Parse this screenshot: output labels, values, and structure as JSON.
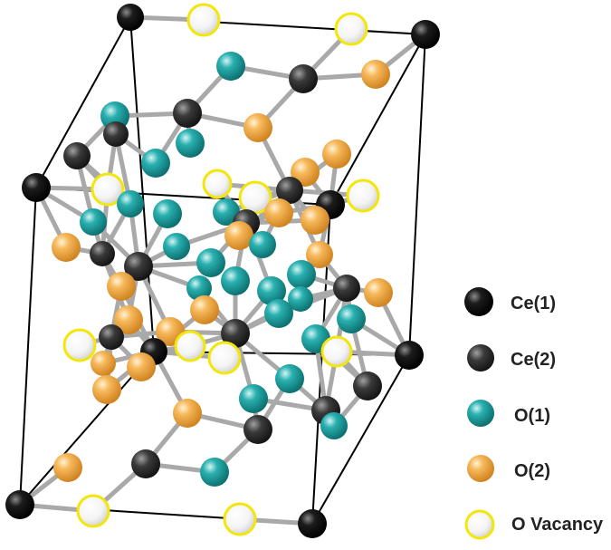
{
  "colors": {
    "ce1": "#050505",
    "ce2": "#2e2e2e",
    "o1": "#1fa3a3",
    "o2": "#f2a845",
    "vacancy_fill": "#ffffff",
    "vacancy_ring": "#f2e60a",
    "bond": "#a9a9a9",
    "cell_edge": "#000000"
  },
  "legend": {
    "items": [
      {
        "key": "ce1",
        "label": "Ce(1)"
      },
      {
        "key": "ce2",
        "label": "Ce(2)"
      },
      {
        "key": "o1",
        "label": "O(1)"
      },
      {
        "key": "o2",
        "label": "O(2)"
      },
      {
        "key": "vacancy",
        "label": "O Vacancy"
      }
    ]
  }
}
